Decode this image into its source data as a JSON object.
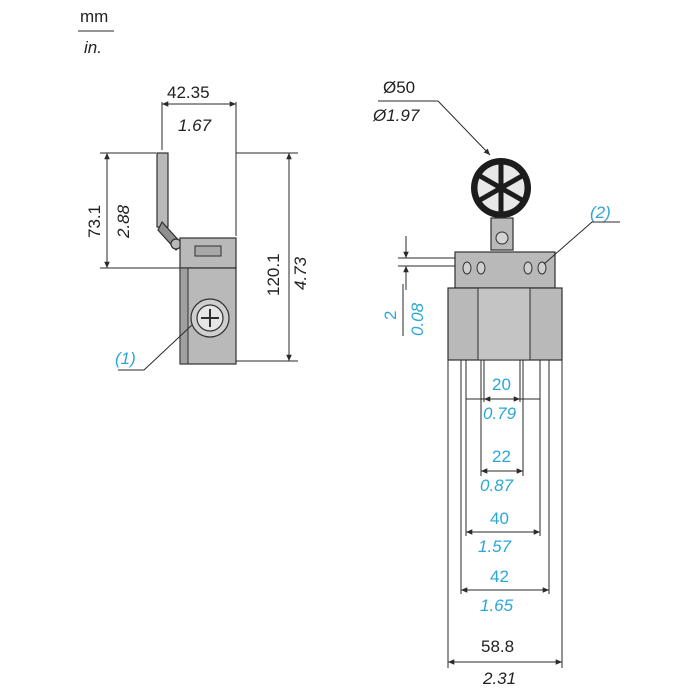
{
  "units": {
    "primary": "mm",
    "secondary": "in."
  },
  "side_view": {
    "width": {
      "mm": "42.35",
      "in": "1.67"
    },
    "lever_height": {
      "mm": "73.1",
      "in": "2.88"
    },
    "total_height": {
      "mm": "120.1",
      "in": "4.73"
    },
    "callout": "(1)"
  },
  "front_view": {
    "roller_diameter": {
      "mm": "Ø50",
      "in": "Ø1.97"
    },
    "offset": {
      "mm": "2",
      "in": "0.08"
    },
    "dim_a": {
      "mm": "20",
      "in": "0.79"
    },
    "dim_b": {
      "mm": "22",
      "in": "0.87"
    },
    "dim_c": {
      "mm": "40",
      "in": "1.57"
    },
    "dim_d": {
      "mm": "42",
      "in": "1.65"
    },
    "width": {
      "mm": "58.8",
      "in": "2.31"
    },
    "callout": "(2)"
  },
  "colors": {
    "accent": "#2ba7d6",
    "ink": "#222222",
    "body": "#b9b9b9"
  }
}
